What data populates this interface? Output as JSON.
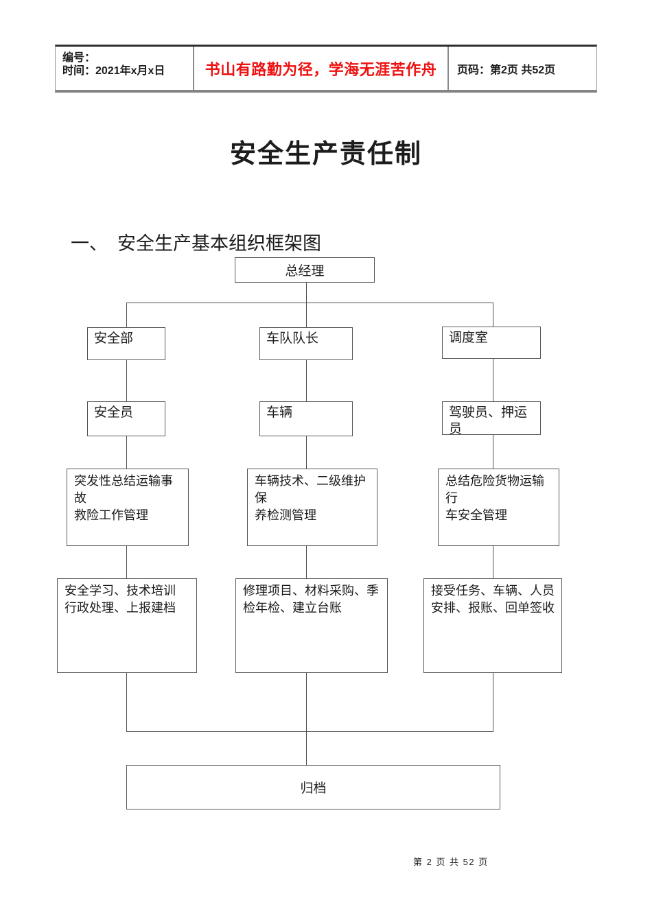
{
  "header": {
    "number_label": "编号：",
    "date_line": "时间：2021年x月x日",
    "motto": "书山有路勤为径，学海无涯苦作舟",
    "motto_color": "#ee1111",
    "page_info": "页码：第2页 共52页"
  },
  "title": "安全生产责任制",
  "section": {
    "number": "一、",
    "text": "安全生产基本组织框架图"
  },
  "flowchart": {
    "root": "总经理",
    "columns": [
      {
        "level2": "安全部",
        "level3": "安全员",
        "level4": [
          "突发性总结运输事故",
          "救险工作管理"
        ],
        "level5": [
          "安全学习、技术培训",
          "行政处理、上报建档"
        ]
      },
      {
        "level2": "车队队长",
        "level3": "车辆",
        "level4": [
          "车辆技术、二级维护保",
          "养检测管理"
        ],
        "level5": [
          "修理项目、材料采购、季",
          "检年检、建立台账"
        ]
      },
      {
        "level2": "调度室",
        "level3": "驾驶员、押运员",
        "level4": [
          "总结危险货物运输行",
          "车安全管理"
        ],
        "level5": [
          "接受任务、车辆、人员",
          "安排、报账、回单签收"
        ]
      }
    ],
    "sink": "归档"
  },
  "footer": {
    "page_text": "第 2 页 共 52 页"
  }
}
